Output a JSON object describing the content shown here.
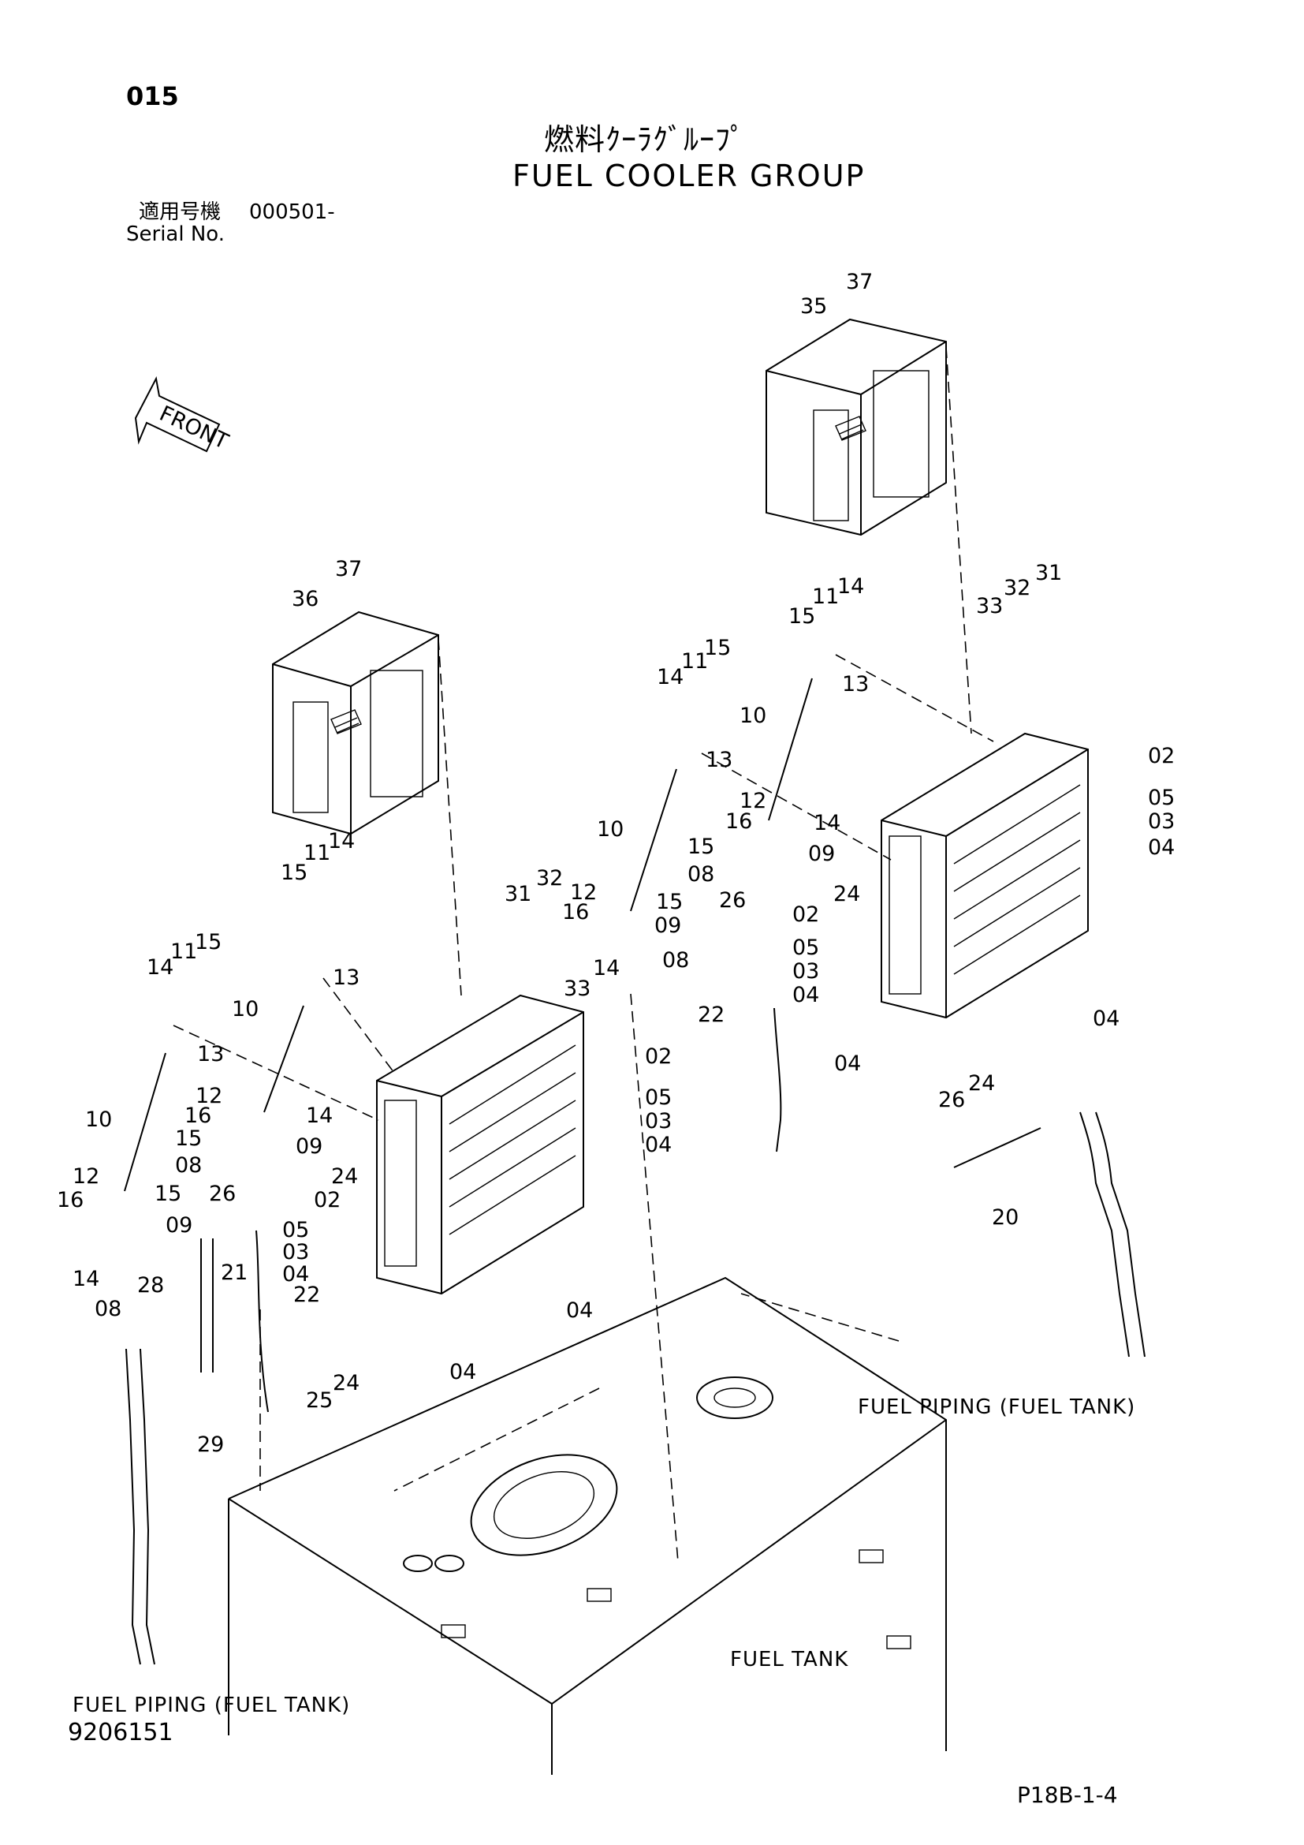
{
  "header": {
    "page_number": "015",
    "title_jp": "燃料ｸｰﾗｸﾞﾙｰﾌﾟ",
    "title_en": "FUEL COOLER GROUP",
    "serial_label_jp": "適用号機",
    "serial_value": "000501-",
    "serial_label_en": "Serial No."
  },
  "footer": {
    "doc_number": "9206151",
    "sheet_ref": "P18B-1-4"
  },
  "direction_badge": "FRONT",
  "notes": {
    "fuel_piping_right": "FUEL PIPING (FUEL TANK)",
    "fuel_piping_left": "FUEL PIPING (FUEL TANK)",
    "fuel_tank": "FUEL TANK"
  },
  "part_labels": {
    "p37a": "37",
    "p35": "35",
    "p37b": "37",
    "p36": "36",
    "p33a": "33",
    "p32a": "32",
    "p31a": "31",
    "p15a": "15",
    "p11a": "11",
    "p14a": "14",
    "p13a": "13",
    "p10a": "10",
    "p14b": "14",
    "p11b": "11",
    "p15b": "15",
    "p13b": "13",
    "p02a": "02",
    "p05a": "05",
    "p03a": "03",
    "p04a": "04",
    "p12a": "12",
    "p16a": "16",
    "p14c": "14",
    "p15c": "15",
    "p09a": "09",
    "p08a": "08",
    "p10b": "10",
    "p26a": "26",
    "p24a": "24",
    "p02b": "02",
    "p05b": "05",
    "p03b": "03",
    "p04b": "04",
    "p04c": "04",
    "p12b": "12",
    "p16b": "16",
    "p15d": "15",
    "p09b": "09",
    "p14d": "14",
    "p08b": "08",
    "p31b": "31",
    "p32b": "32",
    "p33b": "33",
    "p22a": "22",
    "p04d": "04",
    "p26b": "26",
    "p24b": "24",
    "p20": "20",
    "p15e": "15",
    "p11c": "11",
    "p14e": "14",
    "p13c": "13",
    "p10c": "10",
    "p14f": "14",
    "p11d": "11",
    "p15f": "15",
    "p13d": "13",
    "p02c": "02",
    "p05c": "05",
    "p03c": "03",
    "p04e": "04",
    "p12c": "12",
    "p16c": "16",
    "p14g": "14",
    "p15g": "15",
    "p09c": "09",
    "p08c": "08",
    "p10d": "10",
    "p12d": "12",
    "p16d": "16",
    "p15h": "15",
    "p09d": "09",
    "p14h": "14",
    "p08d": "08",
    "p26c": "26",
    "p24c": "24",
    "p02d": "02",
    "p05d": "05",
    "p03d": "03",
    "p04f": "04",
    "p28": "28",
    "p21": "21",
    "p22b": "22",
    "p04g": "04",
    "p04h": "04",
    "p25": "25",
    "p24d": "24",
    "p29": "29"
  }
}
